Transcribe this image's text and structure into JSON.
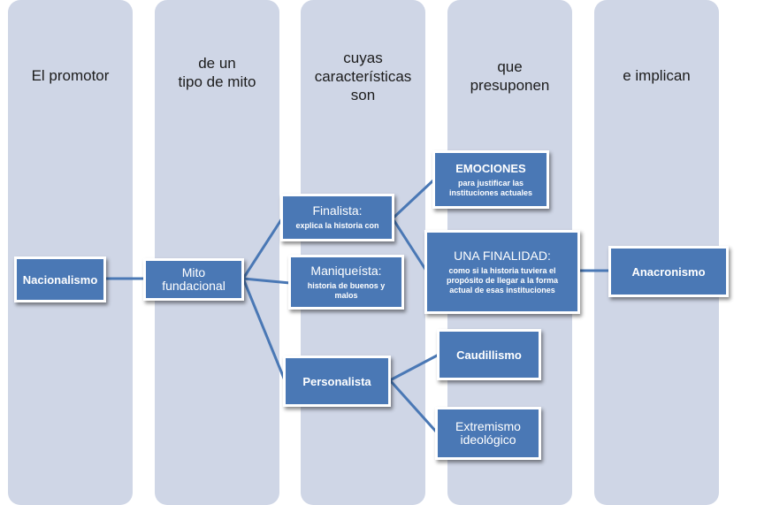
{
  "columns": [
    {
      "head": "El promotor"
    },
    {
      "head": "de un\ntipo de mito"
    },
    {
      "head": "cuyas\ncaracterísticas\nson"
    },
    {
      "head": "que\npresuponen"
    },
    {
      "head": "e implican"
    }
  ],
  "nodes": {
    "nacionalismo": {
      "title": "Nacionalismo"
    },
    "mito": {
      "title": "Mito\nfundacional"
    },
    "finalista": {
      "title": "Finalista:",
      "sub": "explica  la historia con"
    },
    "maniqueista": {
      "title": "Maniqueísta:",
      "sub": "historia de buenos y\nmalos"
    },
    "personalista": {
      "title": "Personalista"
    },
    "emociones": {
      "title": "EMOCIONES",
      "sub": "para justificar las\ninstituciones actuales"
    },
    "finalidad": {
      "title": "UNA FINALIDAD:",
      "sub": "como si la historia tuviera el\npropósito de llegar a la forma\nactual de esas instituciones"
    },
    "caudillismo": {
      "title": "Caudillismo"
    },
    "extremismo": {
      "title": "Extremismo\nideológico"
    },
    "anacronismo": {
      "title": "Anacronismo"
    }
  },
  "colors": {
    "column": "#cfd6e6",
    "node": "#4a78b5",
    "link": "#4a78b5"
  }
}
